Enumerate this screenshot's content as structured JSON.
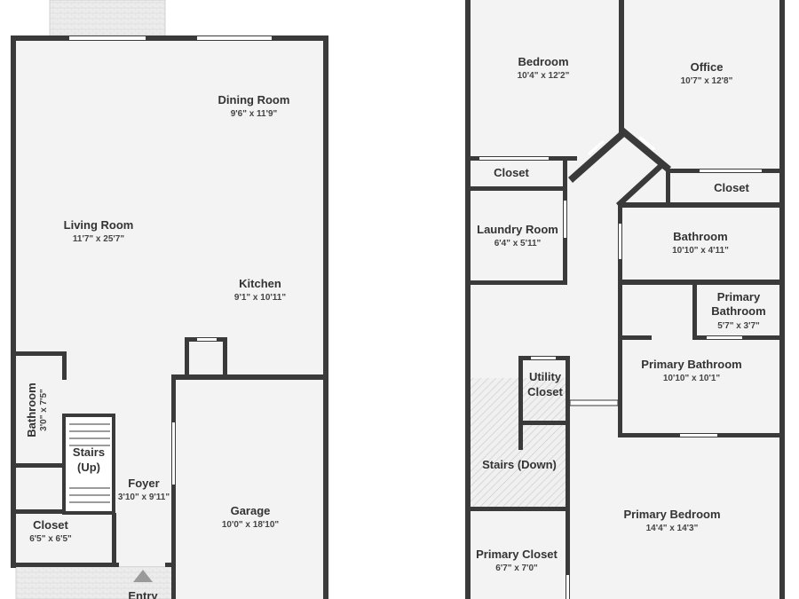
{
  "colors": {
    "wall": "#3a3a3a",
    "floor": "#f3f3f3",
    "patio": "#ececec",
    "window": "#ffffff",
    "text": "#333333"
  },
  "icons": {
    "entry_arrow": "entry-arrow-icon",
    "stairs": "stairs-icon"
  },
  "first_floor": {
    "dining_room": {
      "name": "Dining Room",
      "dims": "9'6\" x 11'9\""
    },
    "living_room": {
      "name": "Living Room",
      "dims": "11'7\" x 25'7\""
    },
    "kitchen": {
      "name": "Kitchen",
      "dims": "9'1\" x 10'11\""
    },
    "bathroom": {
      "name": "Bathroom",
      "dims": "3'0\" x 7'5\""
    },
    "stairs_up": {
      "line1": "Stairs",
      "line2": "(Up)"
    },
    "foyer": {
      "name": "Foyer",
      "dims": "3'10\" x 9'11\""
    },
    "garage": {
      "name": "Garage",
      "dims": "10'0\" x 18'10\""
    },
    "closet": {
      "name": "Closet",
      "dims": "6'5\" x 6'5\""
    },
    "entry": {
      "name": "Entry"
    }
  },
  "second_floor": {
    "bedroom": {
      "name": "Bedroom",
      "dims": "10'4\" x 12'2\""
    },
    "office": {
      "name": "Office",
      "dims": "10'7\" x 12'8\""
    },
    "closet_left": {
      "name": "Closet"
    },
    "closet_right": {
      "name": "Closet"
    },
    "laundry_room": {
      "name": "Laundry Room",
      "dims": "6'4\" x 5'11\""
    },
    "bathroom": {
      "name": "Bathroom",
      "dims": "10'10\" x 4'11\""
    },
    "primary_bathroom_small": {
      "line1": "Primary",
      "line2": "Bathroom",
      "dims": "5'7\" x 3'7\""
    },
    "utility_closet": {
      "line1": "Utility",
      "line2": "Closet"
    },
    "primary_bathroom": {
      "name": "Primary Bathroom",
      "dims": "10'10\" x 10'1\""
    },
    "stairs_down": {
      "name": "Stairs (Down)"
    },
    "primary_bedroom": {
      "name": "Primary Bedroom",
      "dims": "14'4\" x 14'3\""
    },
    "primary_closet": {
      "name": "Primary Closet",
      "dims": "6'7\" x 7'0\""
    }
  }
}
